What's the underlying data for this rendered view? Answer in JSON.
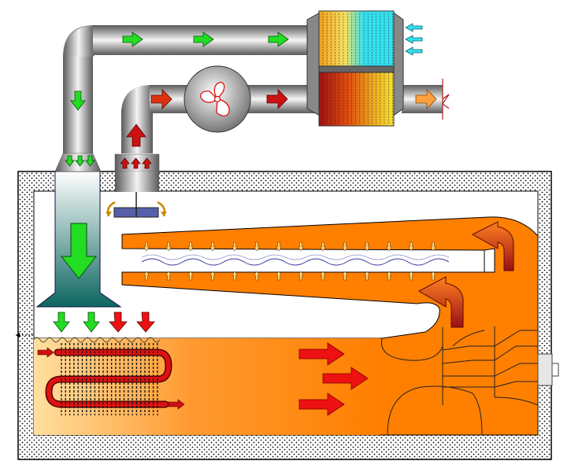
{
  "diagram": {
    "type": "drying-kiln-schematic",
    "colors": {
      "hot": "#ff7f00",
      "hot_light": "#ffd58a",
      "insulation_fill": "#ffffff",
      "insulation_dot": "#000000",
      "arrow_fresh": "#22dd22",
      "arrow_hot": "#ee1111",
      "arrow_return": "#b0151a",
      "damper": "#5560a8",
      "duct_dark": "#5a5a5a",
      "duct_light": "#f4f4f4",
      "heat_exchanger_cool": "#33e0f0",
      "heat_exchanger_warm": "#f0a020",
      "heat_exchanger_hot": "#a01010",
      "coil": "#dd1111",
      "diffuser_top": "#ffffff",
      "diffuser_bottom": "#0d6660"
    },
    "components": [
      "insulated-enclosure",
      "heat-recovery-exchanger",
      "circulation-fan",
      "exhaust-damper",
      "fresh-air-diffuser",
      "air-distribution-plenum",
      "heating-coil",
      "drum-chamber",
      "air-outlet-valve"
    ]
  }
}
